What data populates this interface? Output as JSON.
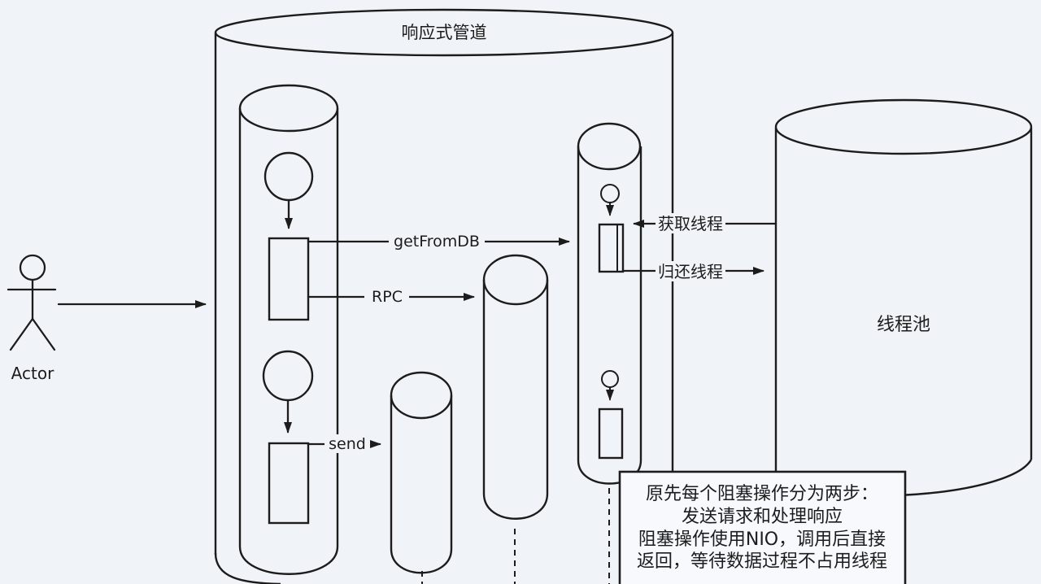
{
  "diagram": {
    "pipeline_title": "响应式管道",
    "actor_label": "Actor",
    "thread_pool_label": "线程池",
    "messages": {
      "get_from_db": "getFromDB",
      "rpc": "RPC",
      "send": "send",
      "acquire_thread": "获取线程",
      "return_thread": "归还线程"
    },
    "note_lines": [
      "原先每个阻塞操作分为两步：",
      "发送请求和处理响应",
      "阻塞操作使用NIO，调用后直接",
      "返回，等待数据过程不占用线程"
    ],
    "colors": {
      "background": "#f0f3f7",
      "stroke": "#1c1c1c"
    }
  }
}
